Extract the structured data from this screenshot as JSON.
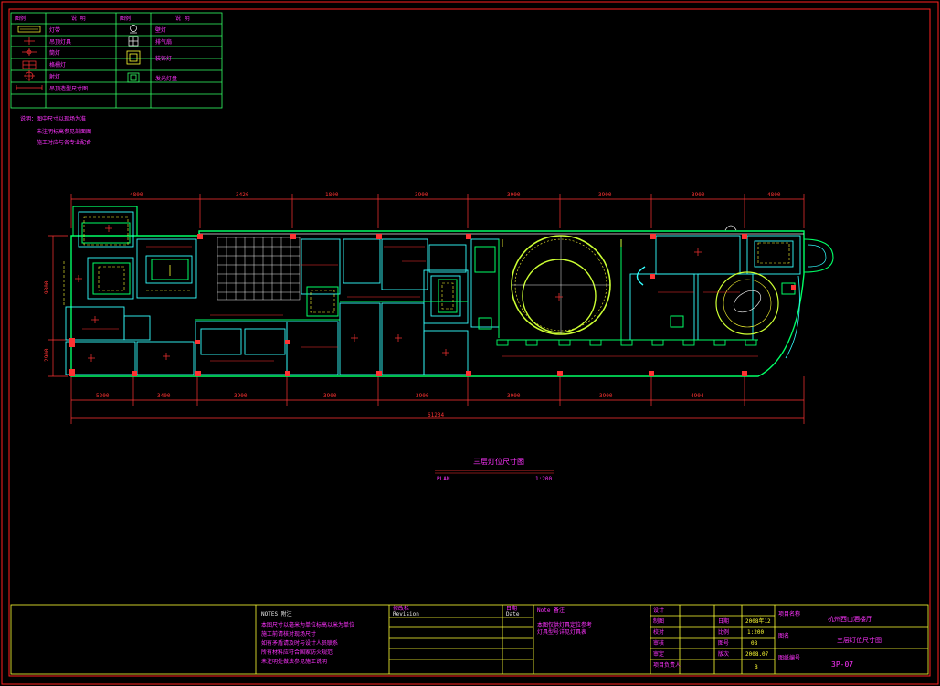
{
  "colors": {
    "background": "#000000",
    "frame": "#ff2020",
    "wall_green": "#00ff66",
    "wall_cyan": "#33ffff",
    "dimension": "#ff3333",
    "text_magenta": "#ff33ff",
    "text_yellow": "#ffff33",
    "grid_white": "#e8e8e8"
  },
  "legend": {
    "header_symbol_left": "图例",
    "header_desc_left": "说 明",
    "header_symbol_right": "图例",
    "header_desc_right": "说 明",
    "left_rows": [
      "灯带",
      "吊顶灯具",
      "筒灯",
      "格栅灯",
      "射灯",
      "吊顶造型尺寸图"
    ],
    "right_rows": [
      "壁灯",
      "排气扇",
      "装饰灯",
      "发光灯盘"
    ],
    "left_icons": [
      "led-strip-icon",
      "ceiling-lamp-icon",
      "downlight-icon",
      "grille-lamp-icon",
      "spotlight-icon",
      "dimension-icon"
    ],
    "right_icons": [
      "wall-lamp-icon",
      "exhaust-fan-icon",
      "decor-lamp-icon",
      "light-panel-icon"
    ]
  },
  "notes_top": [
    "说明：图中尺寸以现场为准",
    "未注明标高参见剖面图",
    "施工时应与各专业配合"
  ],
  "dimensions_top": [
    "4800",
    "3420",
    "1800",
    "3900",
    "3900",
    "3900",
    "3900",
    "4800"
  ],
  "dimensions_bottom": [
    "5200",
    "3400",
    "3900",
    "3900",
    "3900",
    "3900",
    "3900",
    "4904"
  ],
  "dimension_total": "61234",
  "dimensions_left": [
    "9800",
    "2900"
  ],
  "drawing_title": "三层灯位尺寸图",
  "plan_label": "PLAN",
  "scale_label": "1:200",
  "title_block": {
    "notes_header": "NOTES 附注",
    "notes_lines": [
      "本图尺寸以毫米为单位标高以米为单位",
      "施工前请核对现场尺寸",
      "如有矛盾请及时与设计人员联系",
      "所有材料应符合国家防火规范",
      "未注明处做法参见施工说明"
    ],
    "revision_header": "修改栏",
    "revision_sub": "Revision",
    "date_header": "日期",
    "date_sub": "Date",
    "remark_header": "Note 备注",
    "remark_lines": [
      "本图仅供灯具定位参考",
      "灯具型号详见灯具表"
    ],
    "sign_labels": [
      "设计",
      "制图",
      "校对",
      "审核",
      "审定",
      "项目负责人"
    ],
    "meta_labels": [
      "日期",
      "比例",
      "图号",
      "版次"
    ],
    "meta_values": [
      "2008年12",
      "1:200",
      "08",
      "2008.07",
      "B"
    ],
    "project_label": "项目名称",
    "project_name": "杭州西山酒楼厅",
    "drawing_label": "图名",
    "drawing_name": "三层灯位尺寸图",
    "number_label": "图纸编号",
    "drawing_number": "3P-07"
  }
}
